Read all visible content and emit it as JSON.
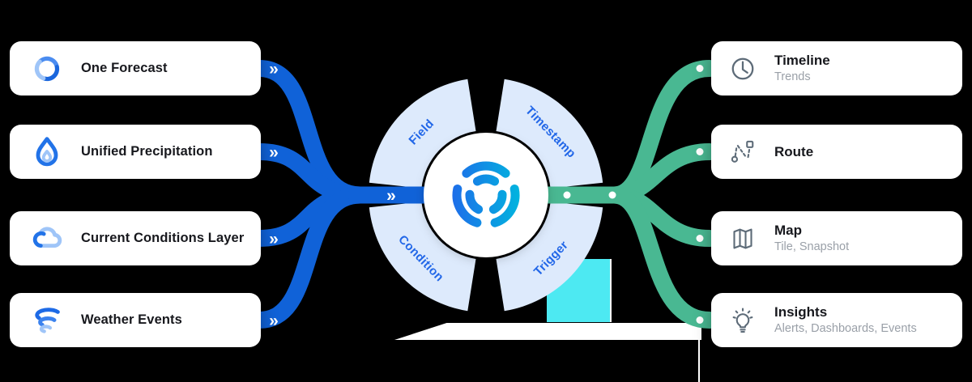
{
  "sources": [
    {
      "label": "One Forecast",
      "icon": "cyclone-icon"
    },
    {
      "label": "Unified Precipitation",
      "icon": "droplet-icon"
    },
    {
      "label": "Current Conditions Layer",
      "icon": "cloud-icon"
    },
    {
      "label": "Weather Events",
      "icon": "tornado-icon"
    }
  ],
  "hub": {
    "segments": [
      {
        "label": "Field"
      },
      {
        "label": "Timestamp"
      },
      {
        "label": "Condition"
      },
      {
        "label": "Trigger"
      }
    ]
  },
  "outputs": [
    {
      "title": "Timeline",
      "subtitle": "Trends",
      "icon": "clock-icon"
    },
    {
      "title": "Route",
      "subtitle": "",
      "icon": "route-icon"
    },
    {
      "title": "Map",
      "subtitle": "Tile, Snapshot",
      "icon": "map-icon"
    },
    {
      "title": "Insights",
      "subtitle": "Alerts, Dashboards, Events",
      "icon": "lightbulb-icon"
    }
  ],
  "flow": {
    "chevron_glyph": "»"
  },
  "colors": {
    "source_flow_blue": "#1062d8",
    "output_flow_teal": "#49b892",
    "hub_ring_fill": "#ddeafc",
    "hub_label_blue": "#2267e8",
    "card_title": "#17181d",
    "card_subtitle": "#9aa0a8",
    "logo_gradient_start": "#1d6fe9",
    "logo_gradient_end": "#00b7de",
    "artifact_cyan": "#4de9f2"
  }
}
